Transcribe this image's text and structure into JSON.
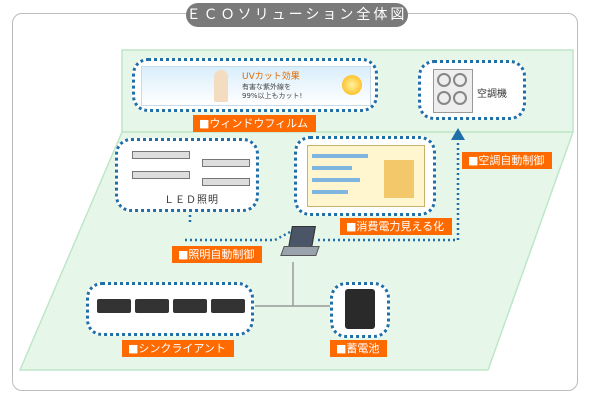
{
  "title": "ＥＣＯソリューション全体図",
  "window_film": {
    "label": "■ウィンドウフィルム",
    "banner_title": "UVカット効果",
    "banner_text_1": "有害な紫外線を",
    "banner_text_2": "99%以上もカット!"
  },
  "aircon": {
    "icon_label": "空調機",
    "label": "■空調自動制御"
  },
  "led": {
    "caption": "ＬＥＤ照明",
    "label": "■照明自動制御"
  },
  "power": {
    "label": "■消費電力見える化"
  },
  "thin_client": {
    "label": "■シンクライアント"
  },
  "battery": {
    "label": "■蓄電池"
  },
  "colors": {
    "accent_orange": "#ff6a00",
    "dotted_blue": "#1f6fa8",
    "plane_green": "#e6f7ea",
    "plane_border": "#bfe6c8"
  }
}
